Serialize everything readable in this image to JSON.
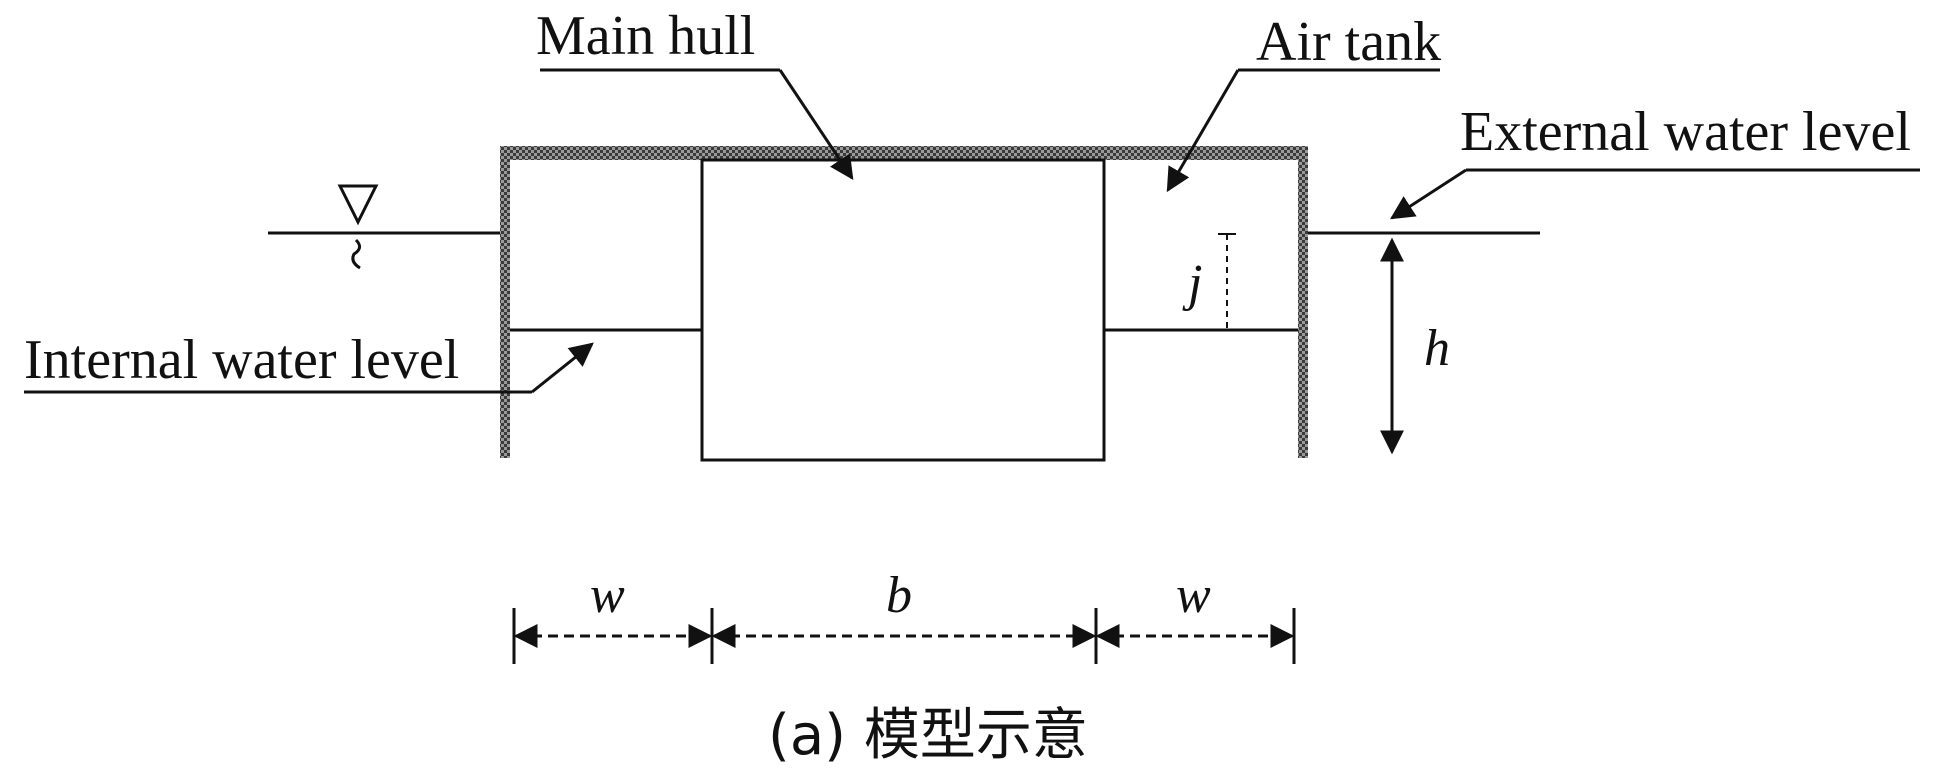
{
  "labels": {
    "main_hull": "Main hull",
    "air_tank": "Air tank",
    "external_water_level": "External water level",
    "internal_water_level": "Internal water level"
  },
  "symbols": {
    "j": "j",
    "h": "h",
    "w_left": "w",
    "b": "b",
    "w_right": "w"
  },
  "caption": "(a) 模型示意"
}
